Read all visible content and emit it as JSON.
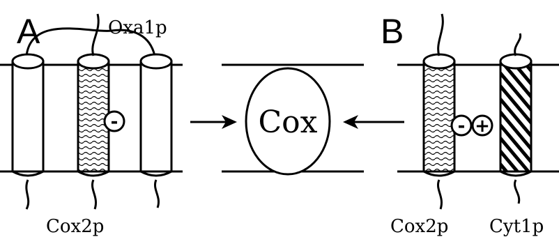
{
  "panel_a": {
    "letter": "A",
    "oxa_label": "Oxa1p",
    "cox2_label": "Cox2p",
    "charge_symbol": "-"
  },
  "center": {
    "complex_label": "Cox"
  },
  "panel_b": {
    "letter": "B",
    "cox2_label": "Cox2p",
    "cyt_label": "Cyt1p",
    "cox2_charge_symbol": "-",
    "cyt_charge_symbol": "+"
  },
  "colors": {
    "line": "#000000",
    "background": "#ffffff"
  }
}
